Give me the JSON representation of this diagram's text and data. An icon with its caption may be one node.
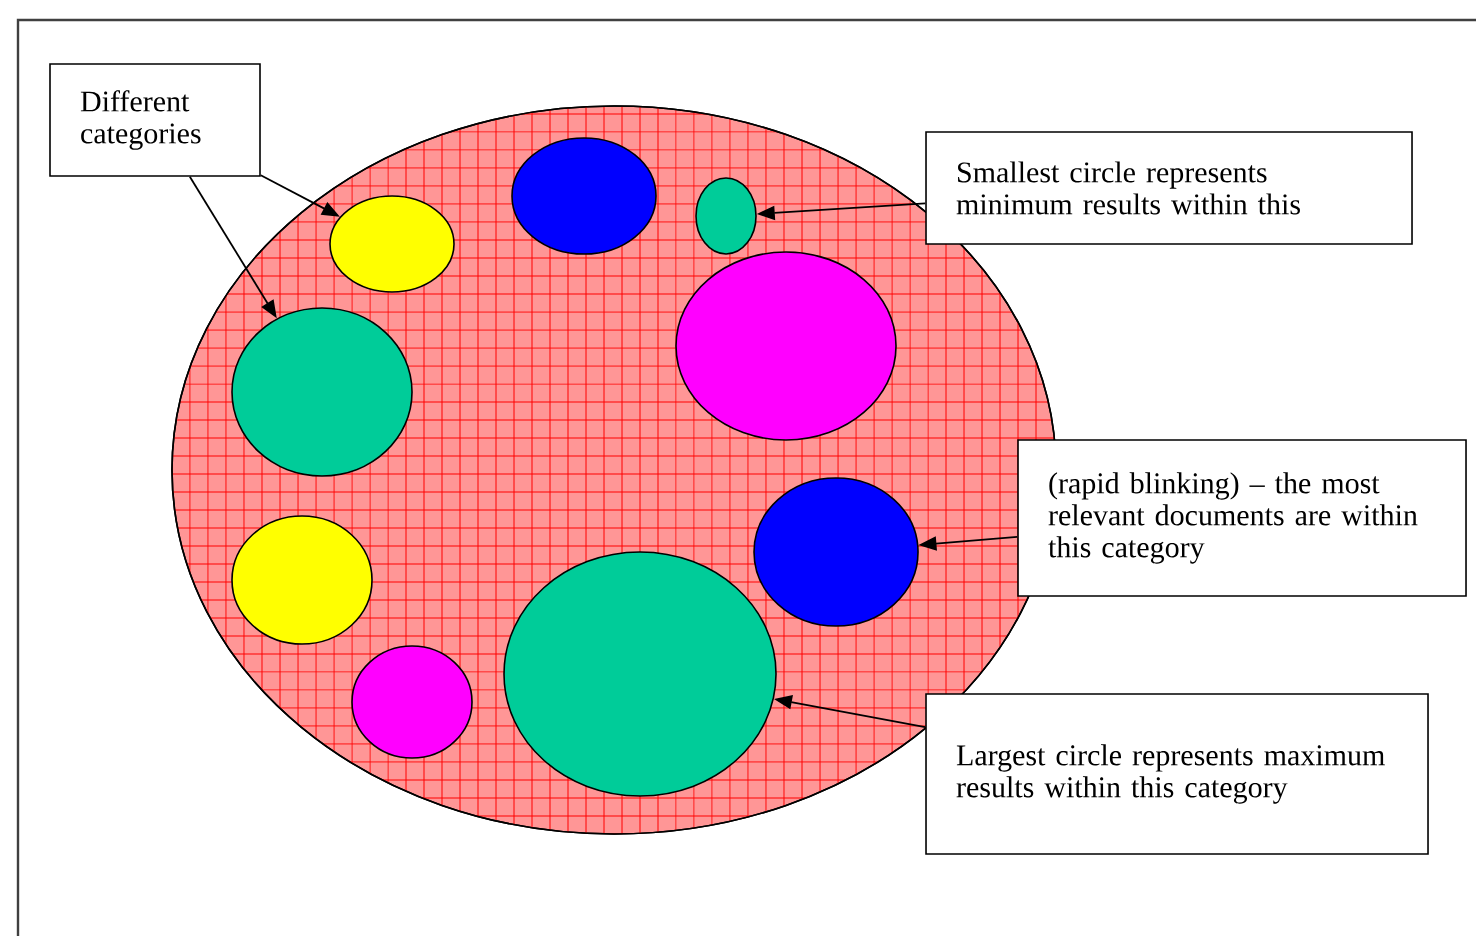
{
  "diagram": {
    "nodes": [
      {
        "text": [],
        "shape": "circle"
      },
      {
        "text": [],
        "shape": "circle",
        "in": 0
      },
      {
        "text": [],
        "shape": "circle",
        "in": 0
      },
      {
        "text": [],
        "shape": "circle",
        "in": 0
      },
      {
        "text": [],
        "shape": "circle",
        "in": 0
      },
      {
        "text": [],
        "shape": "circle",
        "in": 0
      },
      {
        "text": [],
        "shape": "circle",
        "in": 0
      },
      {
        "text": [],
        "shape": "circle",
        "in": 0
      },
      {
        "text": [],
        "shape": "circle",
        "in": 0
      },
      {
        "text": [],
        "shape": "circle",
        "in": 0
      },
      {
        "text": [
          "Different categories"
        ]
      },
      {
        "text": [
          "Smallest circle represents minimum results within this"
        ]
      },
      {
        "text": [
          "(rapid blinking) – the most relevant documents are within this category"
        ]
      },
      {
        "text": [
          "Largest circle represents maximum results within this category"
        ]
      }
    ],
    "edges": [
      {
        "from": 10,
        "to": 1,
        "arrow": "to"
      },
      {
        "from": 10,
        "to": 5,
        "arrow": "to"
      },
      {
        "from": 11,
        "to": 3,
        "arrow": "to"
      },
      {
        "from": 12,
        "to": 6,
        "arrow": "to"
      },
      {
        "from": 13,
        "to": 9,
        "arrow": "to"
      }
    ]
  }
}
